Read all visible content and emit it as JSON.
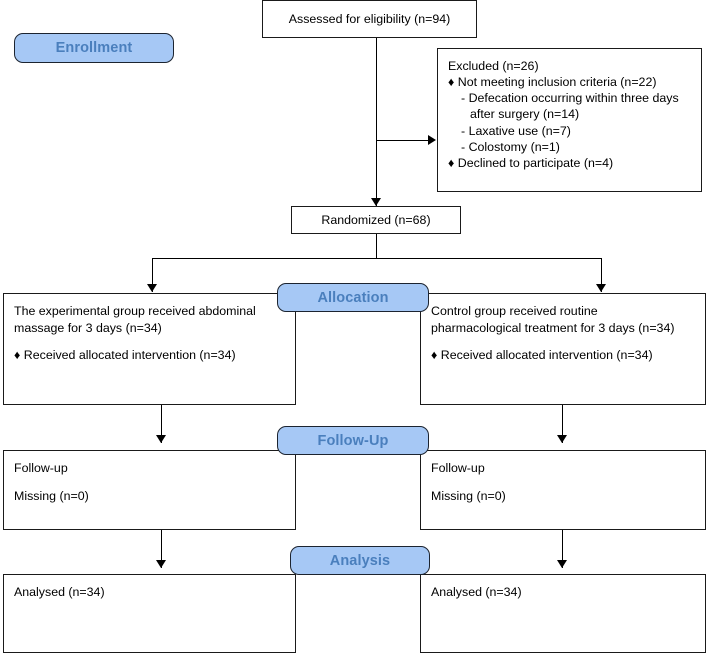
{
  "diagram": {
    "title": "CONSORT participant flow diagram",
    "colors": {
      "stage_fill": "#a6c8f5",
      "stage_border": "#1c2430",
      "stage_text": "#4a7fbd",
      "box_border": "#1a1a1a",
      "connector": "#000000",
      "page_background": "#ffffff"
    },
    "stages": [
      {
        "id": "enrollment",
        "label": "Enrollment"
      },
      {
        "id": "allocation",
        "label": "Allocation"
      },
      {
        "id": "followup",
        "label": "Follow-Up"
      },
      {
        "id": "analysis",
        "label": "Analysis"
      }
    ],
    "nodes": {
      "assessed": {
        "label": "Assessed for eligibility (n=94)",
        "n": 94
      },
      "excluded": {
        "heading": "Excluded  (n=26)",
        "n": 26,
        "items": [
          {
            "marker": "bullet",
            "text": "Not meeting inclusion criteria (n=22)",
            "n": 22
          },
          {
            "marker": "dash",
            "text": "Defecation occurring within three days after surgery (n=14)",
            "n": 14
          },
          {
            "marker": "dash",
            "text": "Laxative use (n=7)",
            "n": 7
          },
          {
            "marker": "dash",
            "text": "Colostomy (n=1)",
            "n": 1
          },
          {
            "marker": "bullet",
            "text": "Declined to participate (n=4)",
            "n": 4
          }
        ]
      },
      "randomized": {
        "label": "Randomized (n=68)",
        "n": 68
      },
      "allocation_left": {
        "line1": "The experimental group received abdominal",
        "line2": "massage for 3 days (n=34)",
        "bullet1": "Received allocated intervention (n=34)",
        "n": 34
      },
      "allocation_right": {
        "line1": "Control group received routine",
        "line2": "pharmacological treatment for 3 days (n=34)",
        "bullet1": "Received allocated intervention (n=34)",
        "n": 34
      },
      "followup_left": {
        "line1": "Follow-up",
        "line2": "Missing (n=0)",
        "n": 0
      },
      "followup_right": {
        "line1": "Follow-up",
        "line2": "Missing (n=0)",
        "n": 0
      },
      "analysis_left": {
        "line1": "Analysed  (n=34)",
        "n": 34
      },
      "analysis_right": {
        "line1": "Analysed  (n=34)",
        "n": 34
      }
    },
    "markers": {
      "bullet": "♦",
      "dash": "-"
    }
  }
}
